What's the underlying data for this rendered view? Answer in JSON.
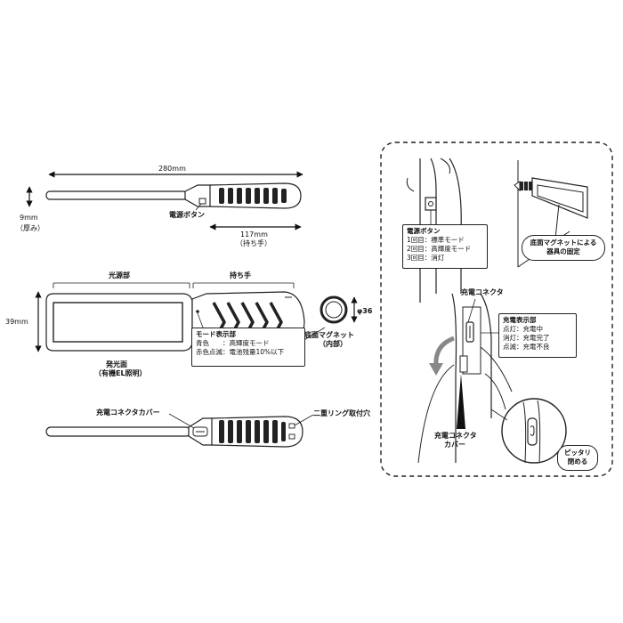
{
  "dimensions": {
    "total_length": "280mm",
    "thickness": "9mm",
    "thickness_note": "（厚み）",
    "handle_length": "117mm",
    "handle_note": "（持ち手）",
    "height": "39mm",
    "ring_diameter": "φ36"
  },
  "labels": {
    "power_button": "電源ボタン",
    "light_section": "光源部",
    "handle": "持ち手",
    "emitting_surface_1": "発光面",
    "emitting_surface_2": "（有機EL照明）",
    "bottom_magnet_1": "底面マグネット",
    "bottom_magnet_2": "（内部）",
    "charge_cover": "充電コネクタカバー",
    "ring_hole": "二重リング取付穴"
  },
  "mode_box": {
    "title": "モード表示部",
    "rows": [
      {
        "key": "青色",
        "value": "：高輝度モード"
      },
      {
        "key": "赤色点滅",
        "value": "：電池残量10%以下"
      }
    ]
  },
  "panel": {
    "power_box": {
      "title": "電源ボタン",
      "lines": [
        "1回目：標準モード",
        "2回目：高輝度モード",
        "3回目：消灯"
      ]
    },
    "magnet_callout": [
      "底面マグネットによる",
      "器具の固定"
    ],
    "charge_connector": "充電コネクタ",
    "charge_status": {
      "title": "充電表示部",
      "lines": [
        "点灯：充電中",
        "消灯：充電完了",
        "点滅：充電不良"
      ]
    },
    "connector_cover_1": "充電コネクタ",
    "connector_cover_2": "カバー",
    "close_callout": [
      "ピッタリ",
      "閉める"
    ]
  }
}
